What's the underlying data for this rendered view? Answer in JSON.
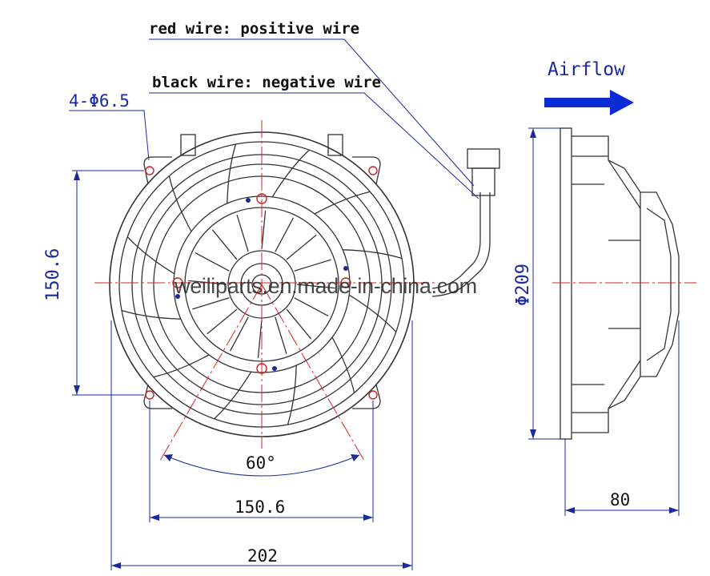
{
  "labels": {
    "red_wire": "red wire: positive wire",
    "black_wire": "black wire: negative wire",
    "holes": "4-Φ6.5",
    "airflow": "Airflow",
    "angle": "60°",
    "dim_vertical": "150.6",
    "dim_bolt_horizontal": "150.6",
    "dim_overall_width": "202",
    "dim_diameter": "Φ209",
    "dim_depth": "80"
  },
  "watermark": "weiliparts.en.made-in-china.com",
  "colors": {
    "drawing_line": "#333333",
    "dimension_line": "#1a2a9c",
    "center_line": "#dd2222",
    "mount_hole": "#cc2222",
    "arrow": "#0a2bd6"
  }
}
